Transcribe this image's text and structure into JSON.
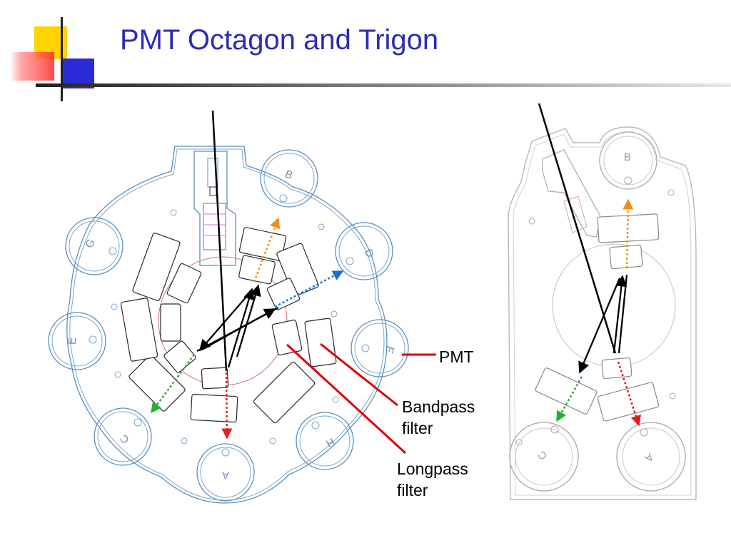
{
  "slide": {
    "title": "PMT Octagon and Trigon"
  },
  "octagon": {
    "pmt_labels": [
      "A",
      "B",
      "C",
      "D",
      "E",
      "F",
      "G",
      "H"
    ]
  },
  "trigon": {
    "pmt_labels": [
      "A",
      "B",
      "C"
    ]
  },
  "callouts": {
    "pmt": "PMT",
    "bandpass_line1": "Bandpass",
    "bandpass_line2": "filter",
    "longpass_line1": "Longpass",
    "longpass_line2": "filter"
  },
  "colors": {
    "title": "#2b2bb8",
    "accent_yellow": "#ffd400",
    "accent_red": "#ff3b3b",
    "accent_blue": "#2a2ad6",
    "leader_line": "#e00000",
    "beam_A": "#e02020",
    "beam_B": "#f0901a",
    "beam_C": "#20b030",
    "beam_D": "#1a6fd0"
  },
  "icons": [
    "decorative-square-logo"
  ]
}
